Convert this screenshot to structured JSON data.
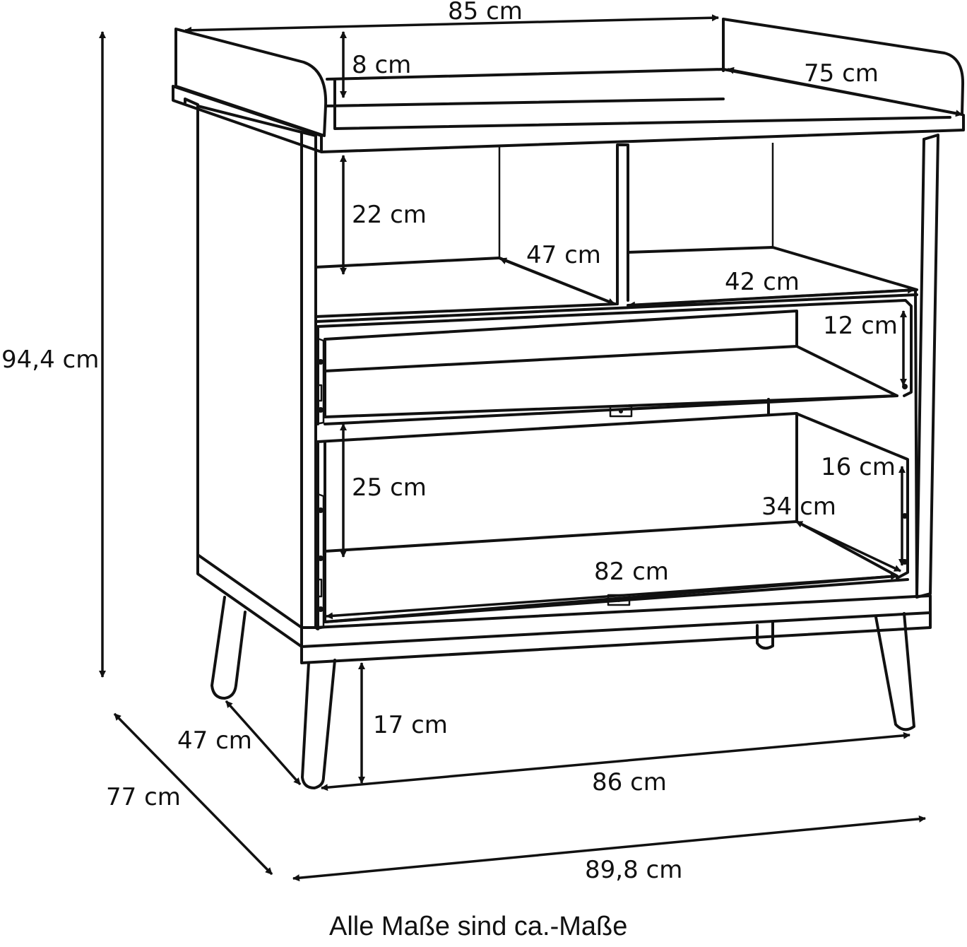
{
  "colors": {
    "line": "#111111",
    "background": "#ffffff"
  },
  "labels": {
    "top_width": "85 cm",
    "top_rail_height": "8 cm",
    "top_depth": "75 cm",
    "total_height": "94,4 cm",
    "shelf_height": "22 cm",
    "shelf_depth_left": "47 cm",
    "shelf_width_right": "42 cm",
    "drawer_top_height": "12 cm",
    "drawer_bottom_inner_height": "25 cm",
    "drawer_bottom_height": "16 cm",
    "drawer_bottom_depth": "34 cm",
    "drawer_bottom_width": "82 cm",
    "leg_height": "17 cm",
    "body_depth": "47 cm",
    "overall_depth": "77 cm",
    "body_width": "86 cm",
    "overall_width": "89,8 cm"
  },
  "footnote": "Alle Maße sind ca.-Maße"
}
